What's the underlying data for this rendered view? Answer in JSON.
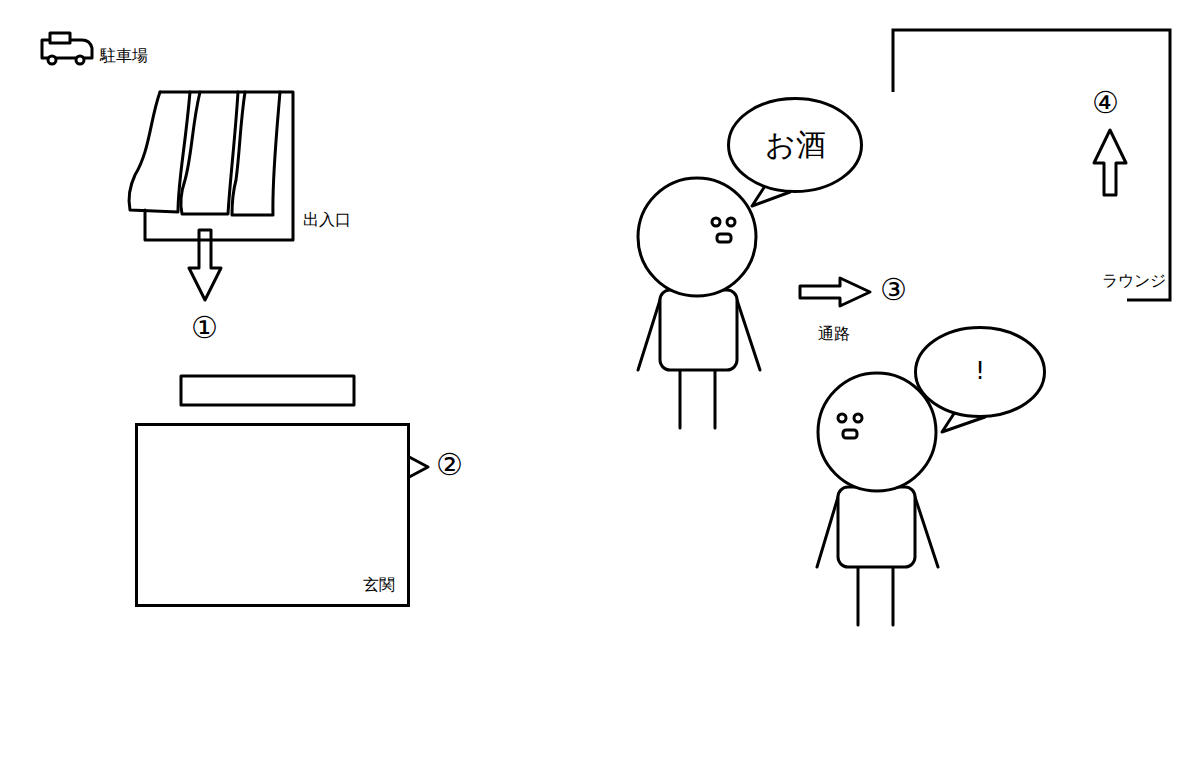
{
  "diagram": {
    "nodes": [
      {
        "text": [
          "出入口"
        ]
      },
      {
        "text": [
          "玄関"
        ]
      },
      {
        "text": [
          "お酒"
        ]
      },
      {
        "text": [
          "!"
        ]
      },
      {
        "text": [
          "ラウンジ"
        ]
      }
    ],
    "labels": [
      "駐車場",
      "①",
      "②",
      "③",
      "通路",
      "④"
    ]
  }
}
